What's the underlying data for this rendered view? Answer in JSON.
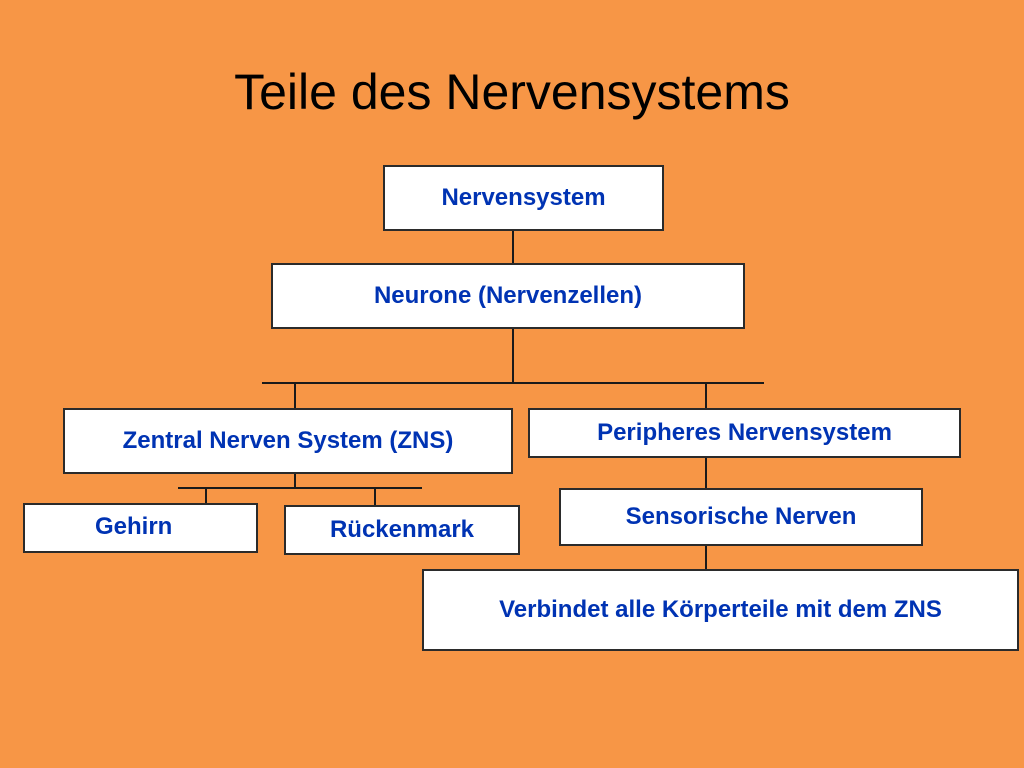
{
  "title": "Teile des Nervensystems",
  "nodes": {
    "nervensystem": "Nervensystem",
    "neurone": "Neurone (Nervenzellen)",
    "zns": "Zentral Nerven System (ZNS)",
    "peripheres": "Peripheres Nervensystem",
    "gehirn": "Gehirn",
    "rueckenmark": "Rückenmark",
    "sensorische": "Sensorische Nerven",
    "verbindet": "Verbindet alle Körperteile mit dem ZNS"
  },
  "colors": {
    "background": "#F79646",
    "box_fill": "#FFFFFF",
    "box_text": "#0033B3",
    "box_border": "#2B2B2B",
    "connector": "#1A1A1A"
  }
}
